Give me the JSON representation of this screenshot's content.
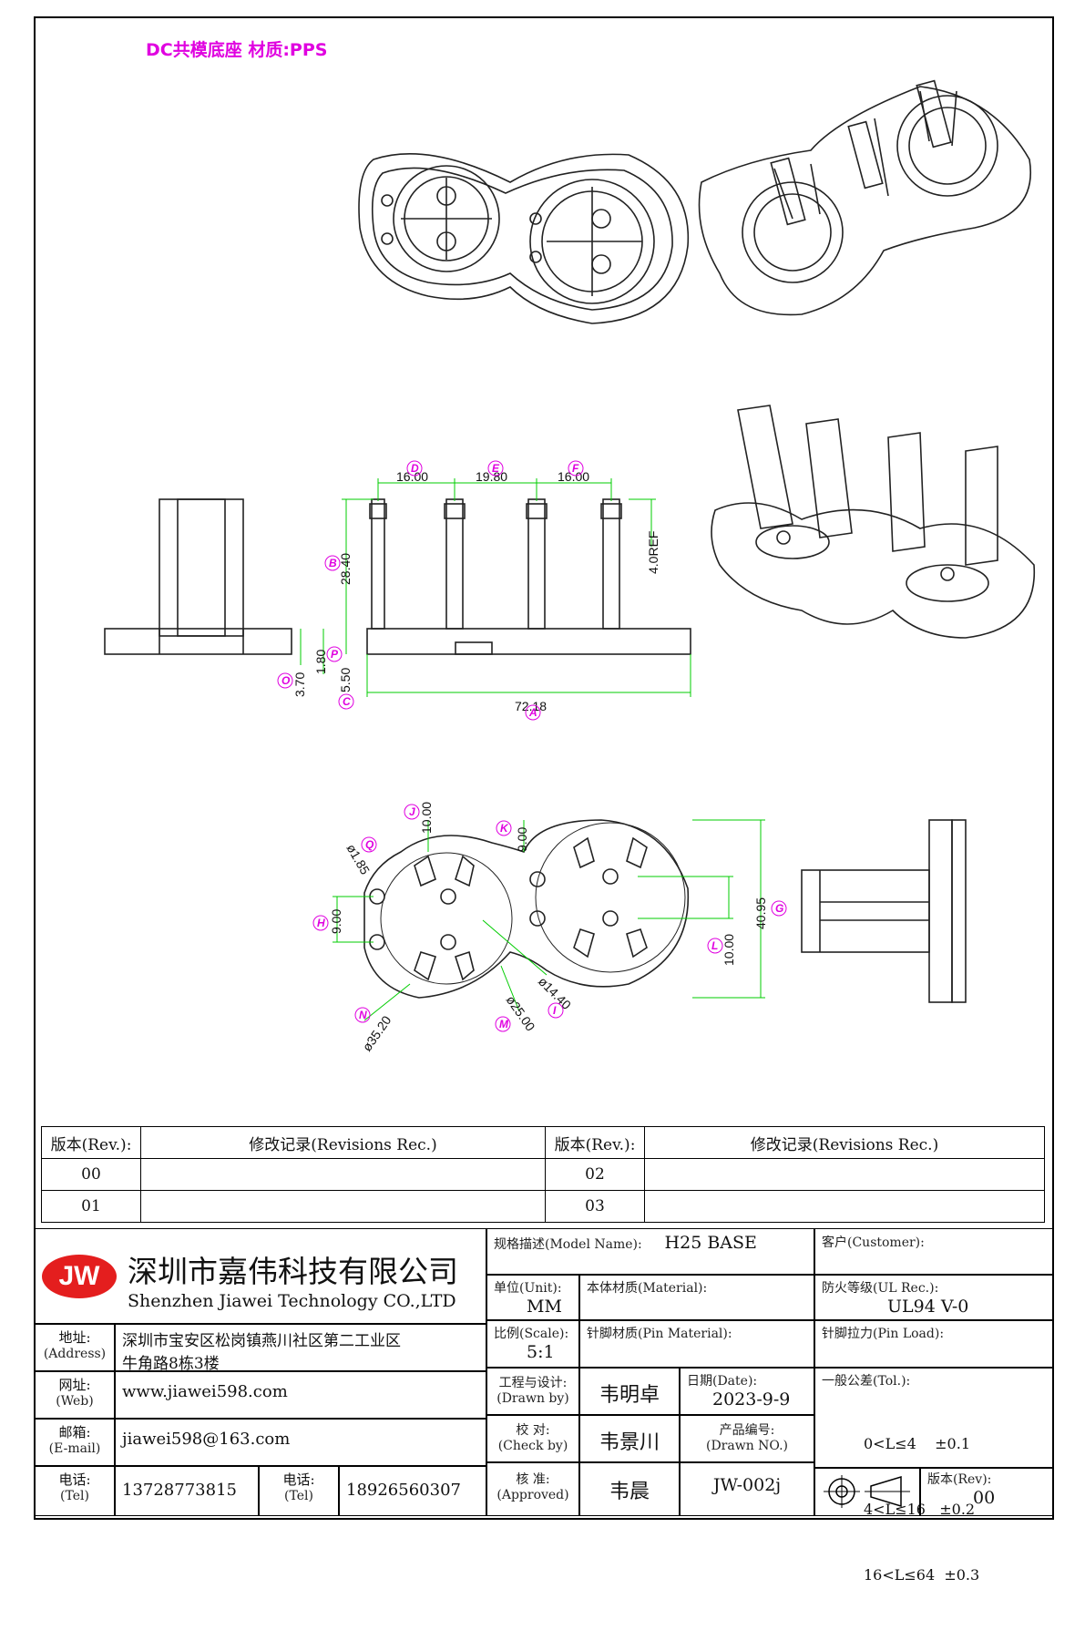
{
  "header": {
    "title": "DC共模底座 材质:PPS"
  },
  "dims": {
    "d1": "16.00",
    "d2": "19.80",
    "d3": "16.00",
    "h_total": "28.40",
    "pin_ref": "4.0REF",
    "h_base": "5.50",
    "h_slot": "1.80",
    "h_foot": "3.70",
    "width": "72.18",
    "plan_10": "10.00",
    "plan_9a": "9.00",
    "plan_9b": "9.00",
    "plan_185": "ø1.85",
    "plan_4095": "40.95",
    "plan_10b": "10.00",
    "plan_1440": "ø14.40",
    "plan_2500": "ø25.00",
    "plan_3520": "ø35.20"
  },
  "labels": {
    "A": "A",
    "B": "B",
    "C": "C",
    "D": "D",
    "E": "E",
    "F": "F",
    "G": "G",
    "H": "H",
    "I": "I",
    "J": "J",
    "K": "K",
    "L": "L",
    "M": "M",
    "N": "N",
    "O": "O",
    "P": "P",
    "Q": "Q"
  },
  "revisions": {
    "col_rev": "版本(Rev.):",
    "col_rec": "修改记录(Revisions Rec.)",
    "rows": [
      [
        "00",
        "",
        "02",
        ""
      ],
      [
        "01",
        "",
        "03",
        ""
      ]
    ]
  },
  "titleblock": {
    "logo": "JW",
    "company_cn": "深圳市嘉伟科技有限公司",
    "company_en": "Shenzhen Jiawei Technology CO.,LTD",
    "addr_label": "地址:",
    "addr_label_en": "(Address)",
    "addr_1": "深圳市宝安区松岗镇燕川社区第二工业区",
    "addr_2": "牛角路8栋3楼",
    "web_label": "网址:",
    "web_label_en": "(Web)",
    "web": "www.jiawei598.com",
    "mail_label": "邮箱:",
    "mail_label_en": "(E-mail)",
    "mail": "jiawei598@163.com",
    "tel_label": "电话:",
    "tel_label_en": "(Tel)",
    "tel1": "13728773815",
    "tel2": "18926560307",
    "model_label": "规格描述(Model Name):",
    "model": "H25 BASE",
    "customer_label": "客户(Customer):",
    "unit_label": "单位(Unit):",
    "unit": "MM",
    "material_label": "本体材质(Material):",
    "ul_label": "防火等级(UL Rec.):",
    "ul": "UL94 V-0",
    "scale_label": "比例(Scale):",
    "scale": "5:1",
    "pinmat_label": "针脚材质(Pin Material):",
    "pinload_label": "针脚拉力(Pin Load):",
    "design_label": "工程与设计:",
    "design_label_en": "(Drawn by)",
    "design": "韦明卓",
    "date_label": "日期(Date):",
    "date": "2023-9-9",
    "check_label": "校  对:",
    "check_label_en": "(Check by)",
    "check": "韦景川",
    "drawno_label": "产品编号:",
    "drawno_label_en": "(Drawn NO.)",
    "drawno": "JW-002j",
    "approve_label": "核  准:",
    "approve_label_en": "(Approved)",
    "approve": "韦晨",
    "tol_label": "一般公差(Tol.):",
    "tol": [
      "0<L≤4    ±0.1",
      "4<L≤16   ±0.2",
      "16<L≤64  ±0.3"
    ],
    "ver_label": "版本(Rev):",
    "ver": "00"
  },
  "colors": {
    "dim": "#00cc00",
    "label": "#e000e0"
  }
}
